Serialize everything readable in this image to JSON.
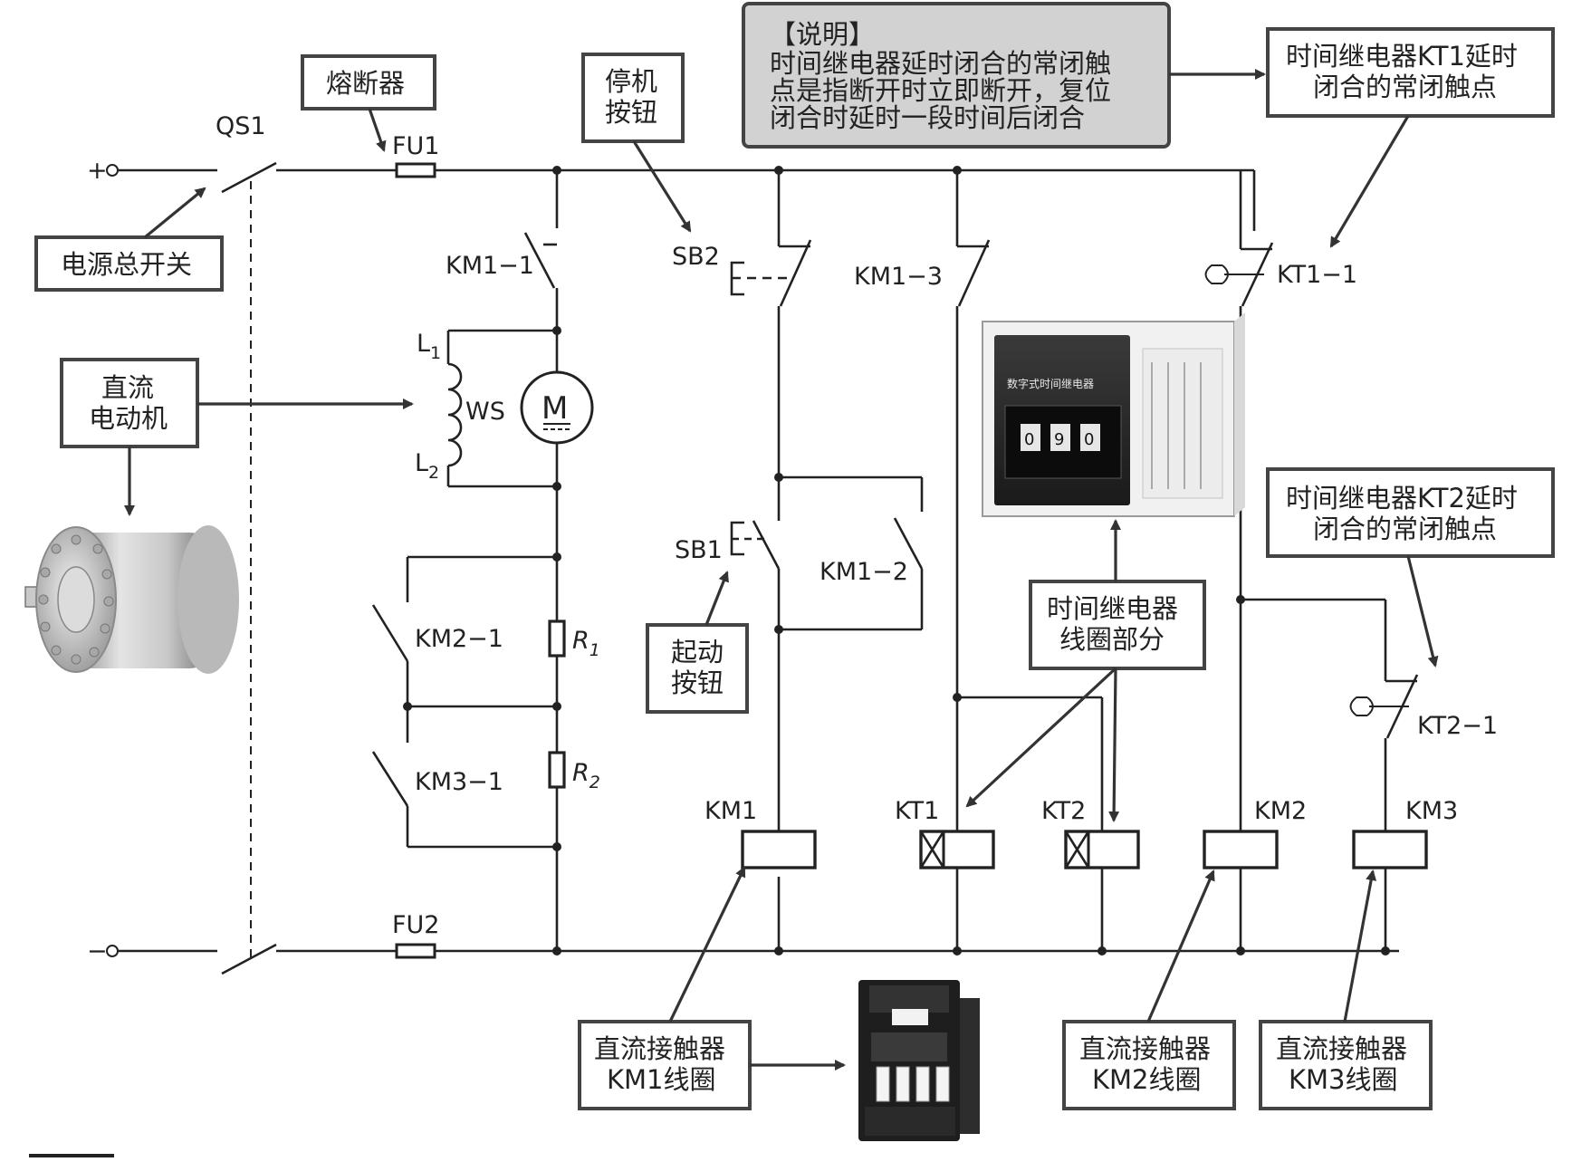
{
  "callouts": {
    "fuse": "熔断器",
    "main_switch": "电源总开关",
    "motor_l1": "直流",
    "motor_l2": "电动机",
    "stop_l1": "停机",
    "stop_l2": "按钮",
    "start_l1": "起动",
    "start_l2": "按钮",
    "kt1_contact_l1": "时间继电器KT1延时",
    "kt1_contact_l2": "闭合的常闭触点",
    "kt2_contact_l1": "时间继电器KT2延时",
    "kt2_contact_l2": "闭合的常闭触点",
    "relay_coil_l1": "时间继电器",
    "relay_coil_l2": "线圈部分",
    "km1_coil_l1": "直流接触器",
    "km1_coil_l2": "KM1线圈",
    "km2_coil_l1": "直流接触器",
    "km2_coil_l2": "KM2线圈",
    "km3_coil_l1": "直流接触器",
    "km3_coil_l2": "KM3线圈"
  },
  "note": {
    "title": "【说明】",
    "line1": "时间继电器延时闭合的常闭触",
    "line2": "点是指断开时立即断开，复位",
    "line3": "闭合时延时一段时间后闭合"
  },
  "labels": {
    "plus": "+",
    "minus": "−",
    "qs1": "QS1",
    "fu1": "FU1",
    "fu2": "FU2",
    "km1_1": "KM1−1",
    "km1_2": "KM1−2",
    "km1_3": "KM1−3",
    "km2_1": "KM2−1",
    "km3_1": "KM3−1",
    "kt1_1": "KT1−1",
    "kt2_1": "KT2−1",
    "sb1": "SB1",
    "sb2": "SB2",
    "l1": "L",
    "l1_sub": "1",
    "l2": "L",
    "l2_sub": "2",
    "ws": "WS",
    "motor": "M",
    "r1": "R",
    "r1_sub": "1",
    "r2": "R",
    "r2_sub": "2",
    "coil_km1": "KM1",
    "coil_kt1": "KT1",
    "coil_kt2": "KT2",
    "coil_km2": "KM2",
    "coil_km3": "KM3"
  },
  "relay_photo": {
    "panel_text": "数字式时间继电器",
    "digits": [
      "0",
      "9",
      "0"
    ]
  }
}
